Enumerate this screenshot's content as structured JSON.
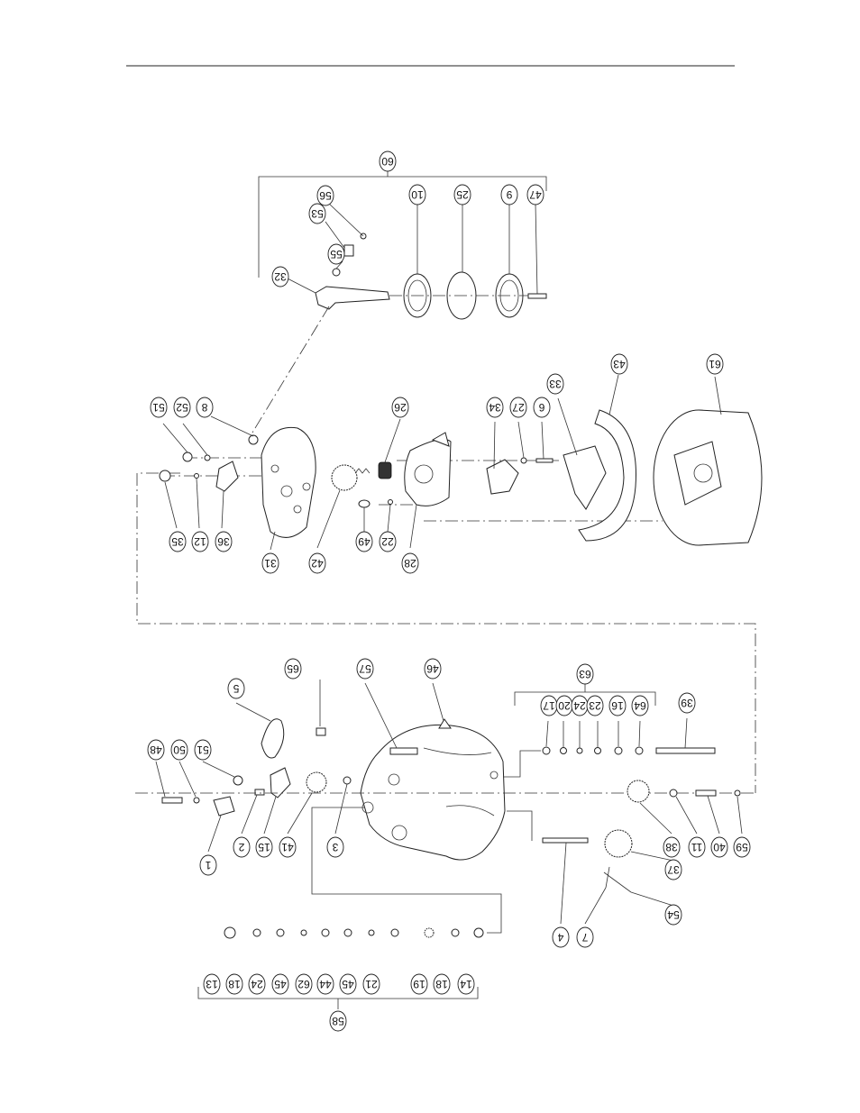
{
  "palette": {
    "ink": "#222222",
    "paper": "#ffffff"
  },
  "callouts": {
    "top_group": "60",
    "b56": "56",
    "b53": "53",
    "b55": "55",
    "b32": "32",
    "b10": "10",
    "b25": "25",
    "b9": "9",
    "b47": "47",
    "b51": "51",
    "b52": "52",
    "b8": "8",
    "b26": "26",
    "b34": "34",
    "b27": "27",
    "b6": "6",
    "b33": "33",
    "b43": "43",
    "b61": "61",
    "b35": "35",
    "b12": "12",
    "b36": "36",
    "b31": "31",
    "b42": "42",
    "b49": "49",
    "b22": "22",
    "b28": "28",
    "b5": "5",
    "b65": "65",
    "b57": "57",
    "b46": "46",
    "mid_group": "63",
    "m17": "17",
    "m20": "20",
    "m24": "24",
    "m23": "23",
    "m16": "16",
    "m64": "64",
    "b39": "39",
    "b48": "48",
    "b50": "50",
    "b51b": "51",
    "b1": "1",
    "b2": "2",
    "b15": "15",
    "b41": "41",
    "b3": "3",
    "b38": "38",
    "b11": "11",
    "b40": "40",
    "b59": "59",
    "b4": "4",
    "b7": "7",
    "b37": "37",
    "b54": "54",
    "r13": "13",
    "r18": "18",
    "r24": "24",
    "r45": "45",
    "r62": "62",
    "r44": "44",
    "r45b": "45",
    "r21": "21",
    "r19": "19",
    "r18b": "18",
    "r14": "14",
    "bottom_group": "58"
  }
}
